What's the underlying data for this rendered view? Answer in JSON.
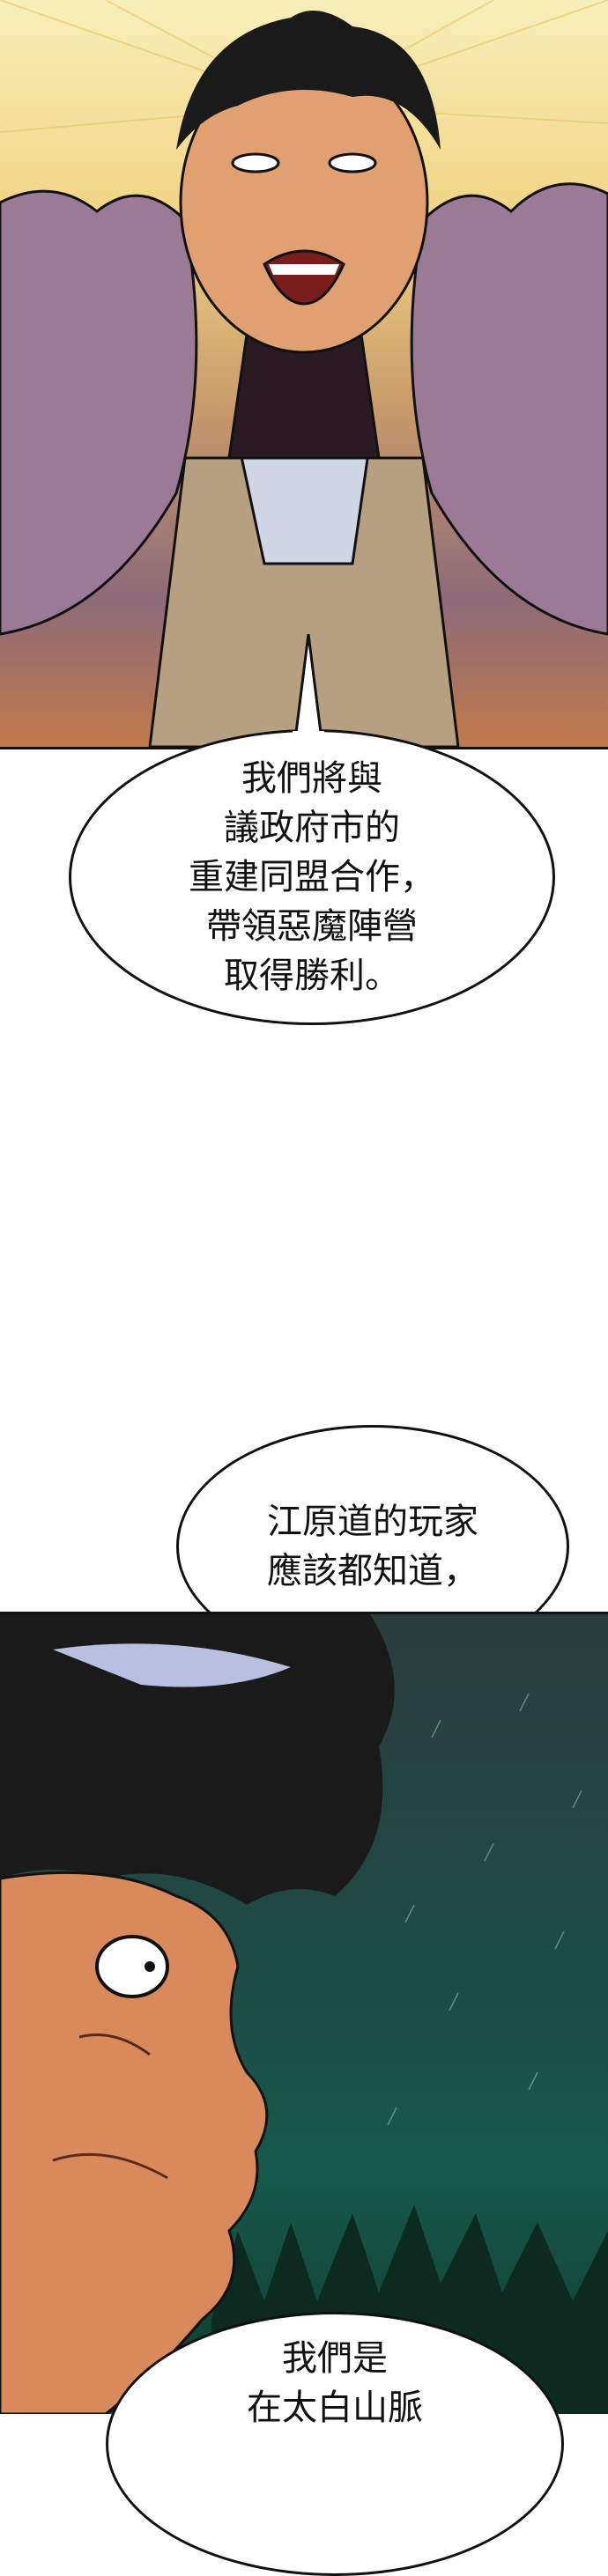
{
  "panels": [
    {
      "scene": "upper"
    },
    {
      "scene": "lower"
    }
  ],
  "bubbles": [
    {
      "text": "我們將與\n議政府市的\n重建同盟合作，\n帶領惡魔陣營\n取得勝利。"
    },
    {
      "text": "江原道的玩家\n應該都知道，"
    },
    {
      "text": "我們是\n在太白山脈"
    }
  ],
  "colors": {
    "fur": "#9a7a94",
    "sky_top": "#f7efb9",
    "night": "#17594c",
    "skin": "#e0a070",
    "ink": "#111111"
  }
}
